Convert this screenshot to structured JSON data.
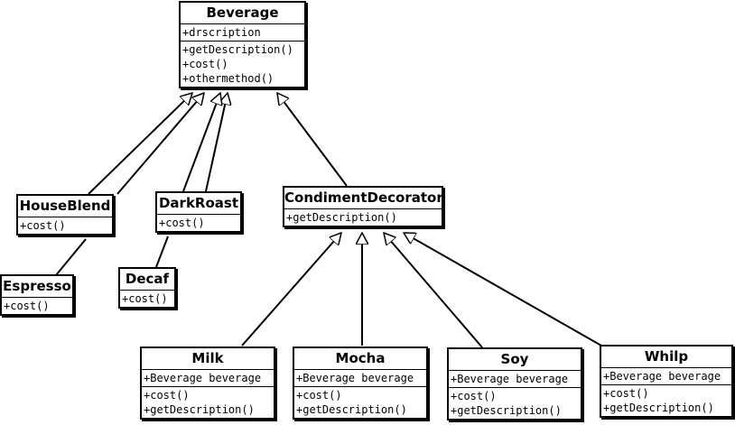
{
  "classes": {
    "beverage": {
      "name": "Beverage",
      "attributes": [
        "+drscription"
      ],
      "methods": [
        "+getDescription()",
        "+cost()",
        "+othermethod()"
      ]
    },
    "houseblend": {
      "name": "HouseBlend",
      "methods": [
        "+cost()"
      ]
    },
    "darkroast": {
      "name": "DarkRoast",
      "methods": [
        "+cost()"
      ]
    },
    "espresso": {
      "name": "Espresso",
      "methods": [
        "+cost()"
      ]
    },
    "decaf": {
      "name": "Decaf",
      "methods": [
        "+cost()"
      ]
    },
    "condimentdecorator": {
      "name": "CondimentDecorator",
      "methods": [
        "+getDescription()"
      ]
    },
    "milk": {
      "name": "Milk",
      "attributes": [
        "+Beverage beverage"
      ],
      "methods": [
        "+cost()",
        "+getDescription()"
      ]
    },
    "mocha": {
      "name": "Mocha",
      "attributes": [
        "+Beverage beverage"
      ],
      "methods": [
        "+cost()",
        "+getDescription()"
      ]
    },
    "soy": {
      "name": "Soy",
      "attributes": [
        "+Beverage beverage"
      ],
      "methods": [
        "+cost()",
        "+getDescription()"
      ]
    },
    "whilp": {
      "name": "Whilp",
      "attributes": [
        "+Beverage beverage"
      ],
      "methods": [
        "+cost()",
        "+getDescription()"
      ]
    }
  },
  "relations": [
    {
      "from": "houseblend",
      "to": "beverage",
      "type": "generalization"
    },
    {
      "from": "espresso",
      "to": "beverage",
      "type": "generalization"
    },
    {
      "from": "darkroast",
      "to": "beverage",
      "type": "generalization"
    },
    {
      "from": "decaf",
      "to": "beverage",
      "type": "generalization"
    },
    {
      "from": "condimentdecorator",
      "to": "beverage",
      "type": "generalization"
    },
    {
      "from": "milk",
      "to": "condimentdecorator",
      "type": "generalization"
    },
    {
      "from": "mocha",
      "to": "condimentdecorator",
      "type": "generalization"
    },
    {
      "from": "soy",
      "to": "condimentdecorator",
      "type": "generalization"
    },
    {
      "from": "whilp",
      "to": "condimentdecorator",
      "type": "generalization"
    }
  ]
}
